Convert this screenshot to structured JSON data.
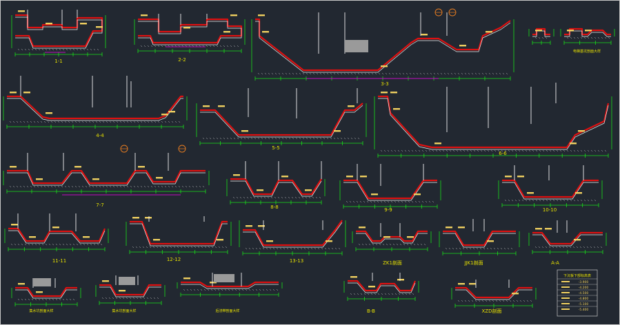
{
  "colors": {
    "background": "#222831",
    "wall": "#e01010",
    "outline": "#f2f2f2",
    "dimension": "#19e019",
    "note": "#f0d060",
    "title": "#e8e200",
    "accent": "#c010c0",
    "fill_block": "#9a9a9a"
  },
  "sections": [
    {
      "id": "s1",
      "label": "1-1"
    },
    {
      "id": "s2",
      "label": "2-2"
    },
    {
      "id": "s3",
      "label": "3-3"
    },
    {
      "id": "s4",
      "label": "4-4"
    },
    {
      "id": "s5",
      "label": "5-5"
    },
    {
      "id": "s6",
      "label": "6-6"
    },
    {
      "id": "s7",
      "label": "7-7"
    },
    {
      "id": "s8",
      "label": "8-8"
    },
    {
      "id": "s9",
      "label": "9-9"
    },
    {
      "id": "s10",
      "label": "10-10"
    },
    {
      "id": "s11",
      "label": "11-11"
    },
    {
      "id": "s12",
      "label": "12-12"
    },
    {
      "id": "s13",
      "label": "13-13"
    },
    {
      "id": "sZ1",
      "label": "ZK1剖面"
    },
    {
      "id": "sJ1",
      "label": "JJK1剖面"
    },
    {
      "id": "sA",
      "label": "A-A"
    },
    {
      "id": "sB",
      "label": "B-B"
    },
    {
      "id": "sX",
      "label": "XZD剖面"
    },
    {
      "id": "sD1",
      "label": "集水坑剖面大样"
    },
    {
      "id": "sD2",
      "label": "集水坑剖面大样"
    },
    {
      "id": "sD3",
      "label": "后浇带剖面大样"
    },
    {
      "id": "sT",
      "label": "电梯基坑剖面大样"
    }
  ],
  "legend": {
    "title": "下沉板下部标高表",
    "rows": [
      "-3.900",
      "-4.200",
      "-4.500",
      "-4.800",
      "-5.100",
      "-5.400"
    ]
  }
}
